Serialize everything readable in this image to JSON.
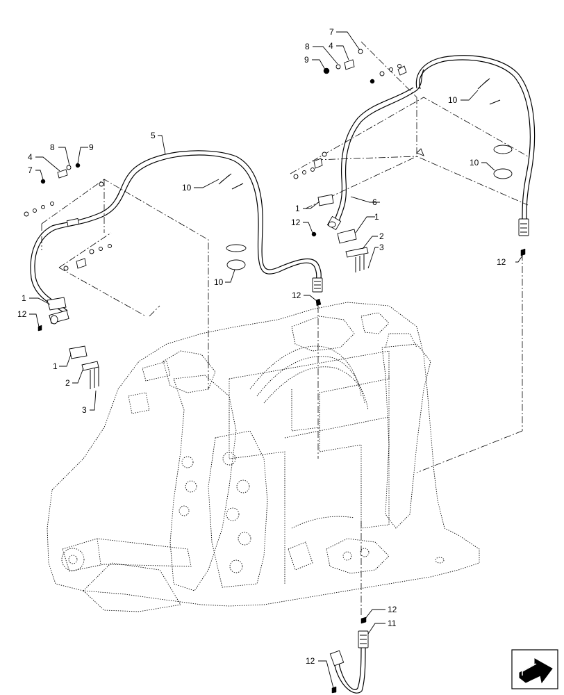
{
  "callouts": [
    {
      "label": "7"
    },
    {
      "label": "8"
    },
    {
      "label": "4"
    },
    {
      "label": "9"
    },
    {
      "label": "10"
    },
    {
      "label": "10"
    },
    {
      "label": "1"
    },
    {
      "label": "6"
    },
    {
      "label": "12"
    },
    {
      "label": "1"
    },
    {
      "label": "2"
    },
    {
      "label": "3"
    },
    {
      "label": "12"
    },
    {
      "label": "5"
    },
    {
      "label": "8"
    },
    {
      "label": "9"
    },
    {
      "label": "4"
    },
    {
      "label": "7"
    },
    {
      "label": "10"
    },
    {
      "label": "10"
    },
    {
      "label": "12"
    },
    {
      "label": "1"
    },
    {
      "label": "12"
    },
    {
      "label": "1"
    },
    {
      "label": "2"
    },
    {
      "label": "3"
    },
    {
      "label": "12"
    },
    {
      "label": "11"
    },
    {
      "label": "12"
    }
  ],
  "icons": {
    "nav": "next-page-arrow-icon"
  }
}
